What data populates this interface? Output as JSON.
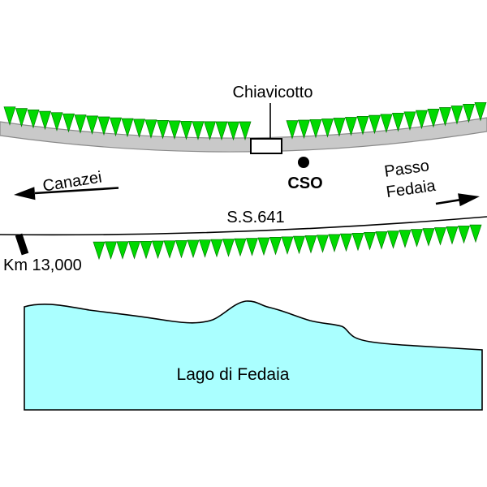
{
  "page": {
    "background": "#ffffff"
  },
  "labels": {
    "chiavicotto": "Chiavicotto",
    "cso": "CSO",
    "canazei": "Canazei",
    "passo_line1": "Passo",
    "passo_line2": "Fedaia",
    "road_name": "S.S.641",
    "km_marker": "Km 13,000",
    "lake_name": "Lago di Fedaia"
  },
  "colors": {
    "vegetation": "#00d900",
    "vegetation_stroke": "#007a00",
    "road_fill": "#c9c9c9",
    "road_edge": "#8a8a8a",
    "lake_fill": "#aaffff",
    "line": "#000000"
  },
  "icons": {
    "vegetation_triangle": "green downward triangle",
    "cso_marker": "filled black circle",
    "culvert_box": "white rectangle with black border on road",
    "left_arrow": "solid black arrow pointing left",
    "right_arrow": "solid black arrow pointing right",
    "km_tick": "thick black tick mark"
  }
}
